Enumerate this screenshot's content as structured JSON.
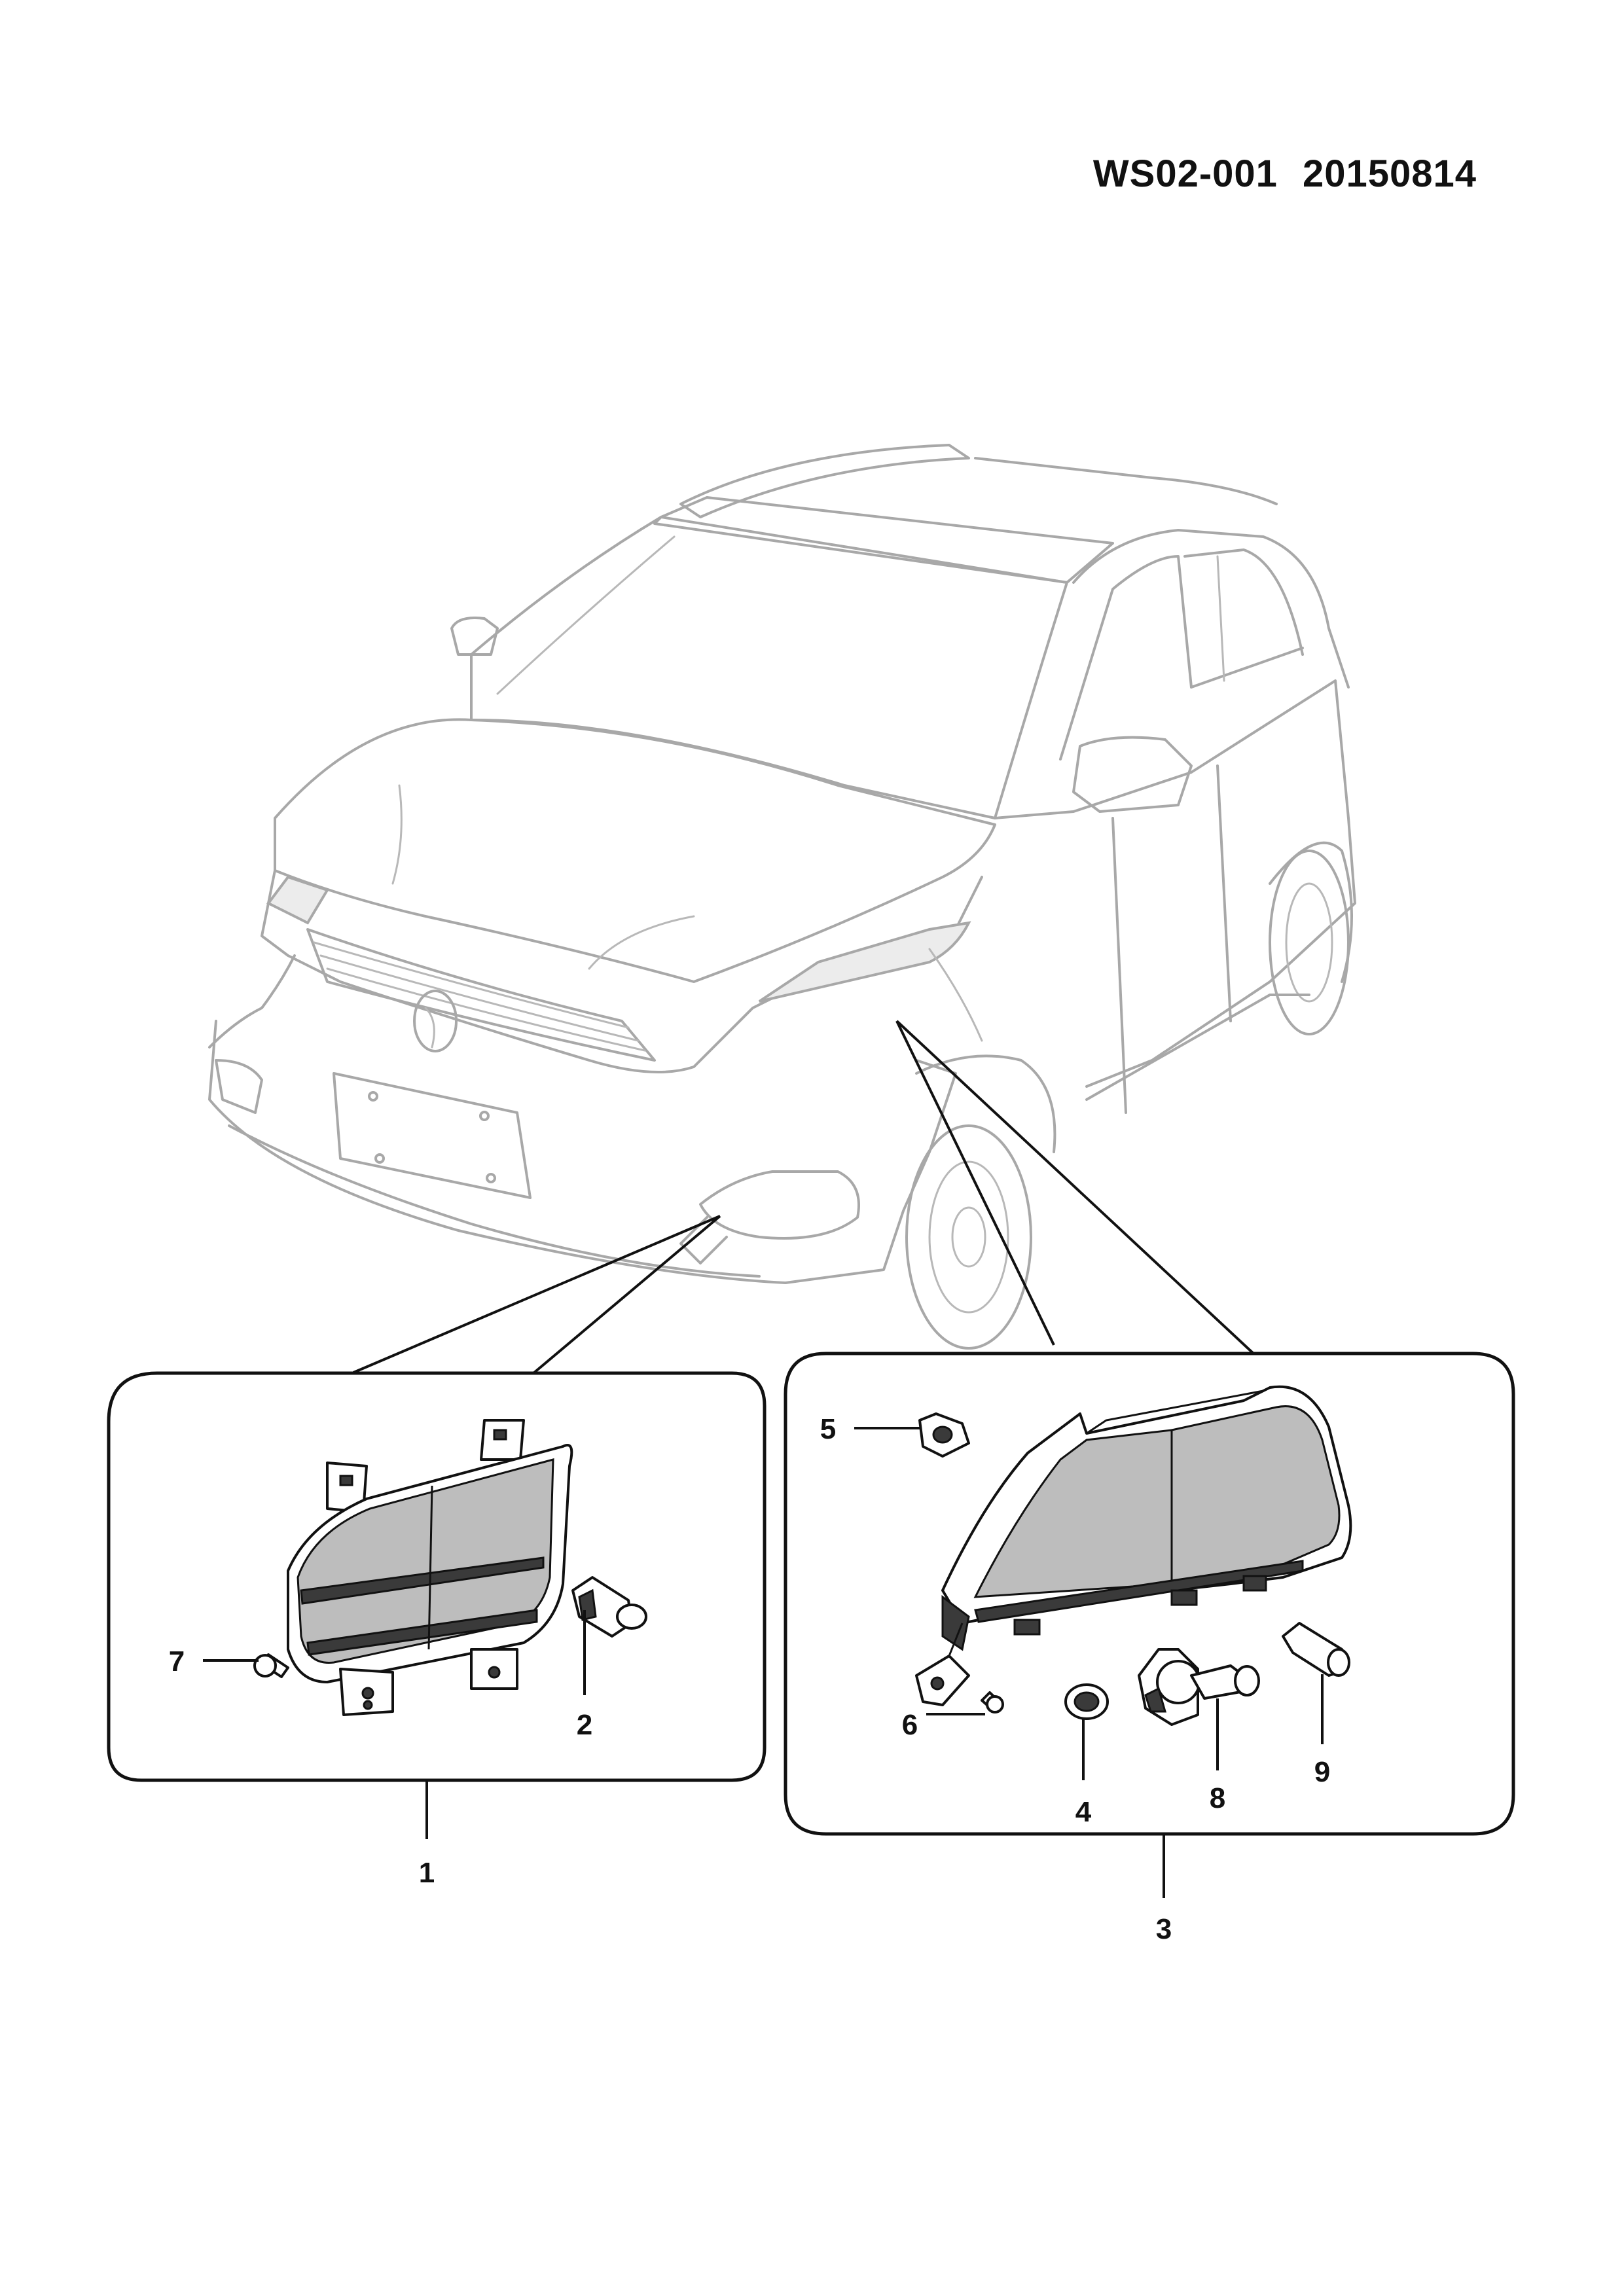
{
  "header": {
    "code": "WS02-001",
    "date": "20150814"
  },
  "callouts": {
    "c1": "1",
    "c2": "2",
    "c3": "3",
    "c4": "4",
    "c5": "5",
    "c6": "6",
    "c7": "7",
    "c8": "8",
    "c9": "9"
  },
  "colors": {
    "line": "#111111",
    "vehicle_outline": "#a8a8a8"
  }
}
